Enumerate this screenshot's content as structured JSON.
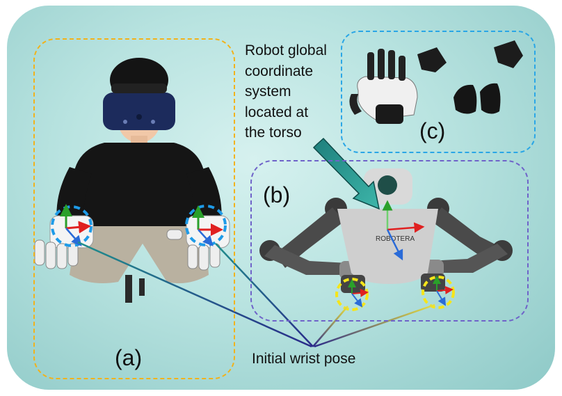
{
  "labels": {
    "a": "(a)",
    "b": "(b)",
    "c": "(c)"
  },
  "caption_lines": [
    "Robot global",
    "coordinate",
    "system",
    "located at",
    "the torso"
  ],
  "wrist_label": "Initial wrist pose",
  "robot_text": "ROBOTERA",
  "colors": {
    "panel": "#a9d9d7",
    "box_a": "#f2b21a",
    "box_b": "#6f63c9",
    "box_c": "#2aa6e6",
    "axis_x": "#e02020",
    "axis_y": "#2aa02a",
    "axis_z": "#2a6bd8",
    "human_circle": "#1e9be8",
    "robot_circle": "#f5e51a"
  }
}
